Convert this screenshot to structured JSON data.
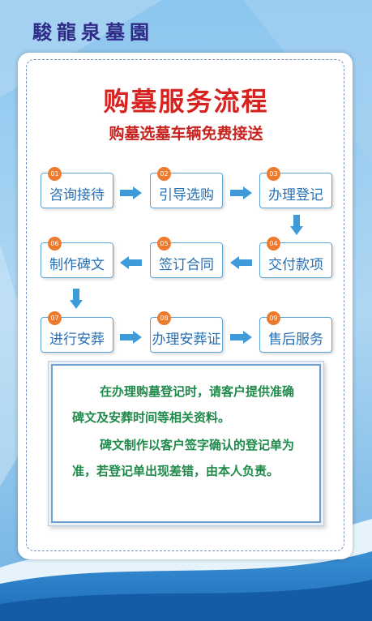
{
  "brand": "駿龍泉墓園",
  "title": "购墓服务流程",
  "subtitle": "购墓选墓车辆免费接送",
  "steps": [
    {
      "num": "01",
      "label": "咨询接待"
    },
    {
      "num": "02",
      "label": "引导选购"
    },
    {
      "num": "03",
      "label": "办理登记"
    },
    {
      "num": "04",
      "label": "交付款项"
    },
    {
      "num": "05",
      "label": "签订合同"
    },
    {
      "num": "06",
      "label": "制作碑文"
    },
    {
      "num": "07",
      "label": "进行安葬"
    },
    {
      "num": "08",
      "label": "办理安葬证"
    },
    {
      "num": "09",
      "label": "售后服务"
    }
  ],
  "note": {
    "para1": "在办理购墓登记时，请客户提供准确碑文及安葬时间等相关资料。",
    "para2": "碑文制作以客户签字确认的登记单为准，若登记单出现差错，由本人负责。"
  },
  "colors": {
    "accent": "#2570b5",
    "title": "#d7231f",
    "badge": "#ee7a2d",
    "note_text": "#1f8a4a"
  }
}
